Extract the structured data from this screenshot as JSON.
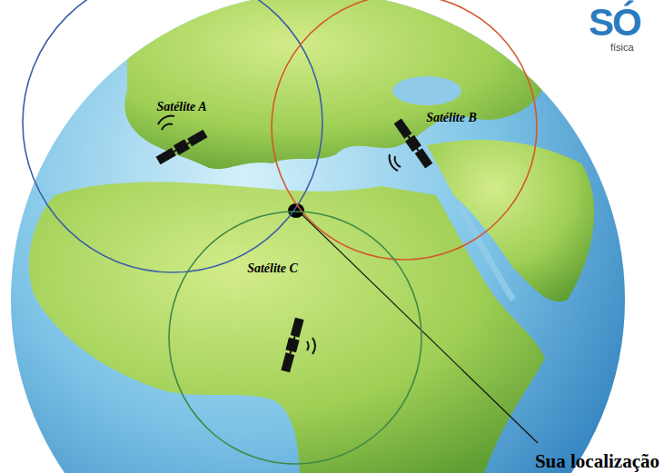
{
  "diagram": {
    "nodes": [
      {
        "text": [
          "Satélite A"
        ]
      },
      {
        "text": [
          "Satélite B"
        ]
      },
      {
        "text": [
          "Satélite C"
        ]
      }
    ],
    "labels": [
      "Sua localização",
      "SÓ",
      "física"
    ]
  }
}
